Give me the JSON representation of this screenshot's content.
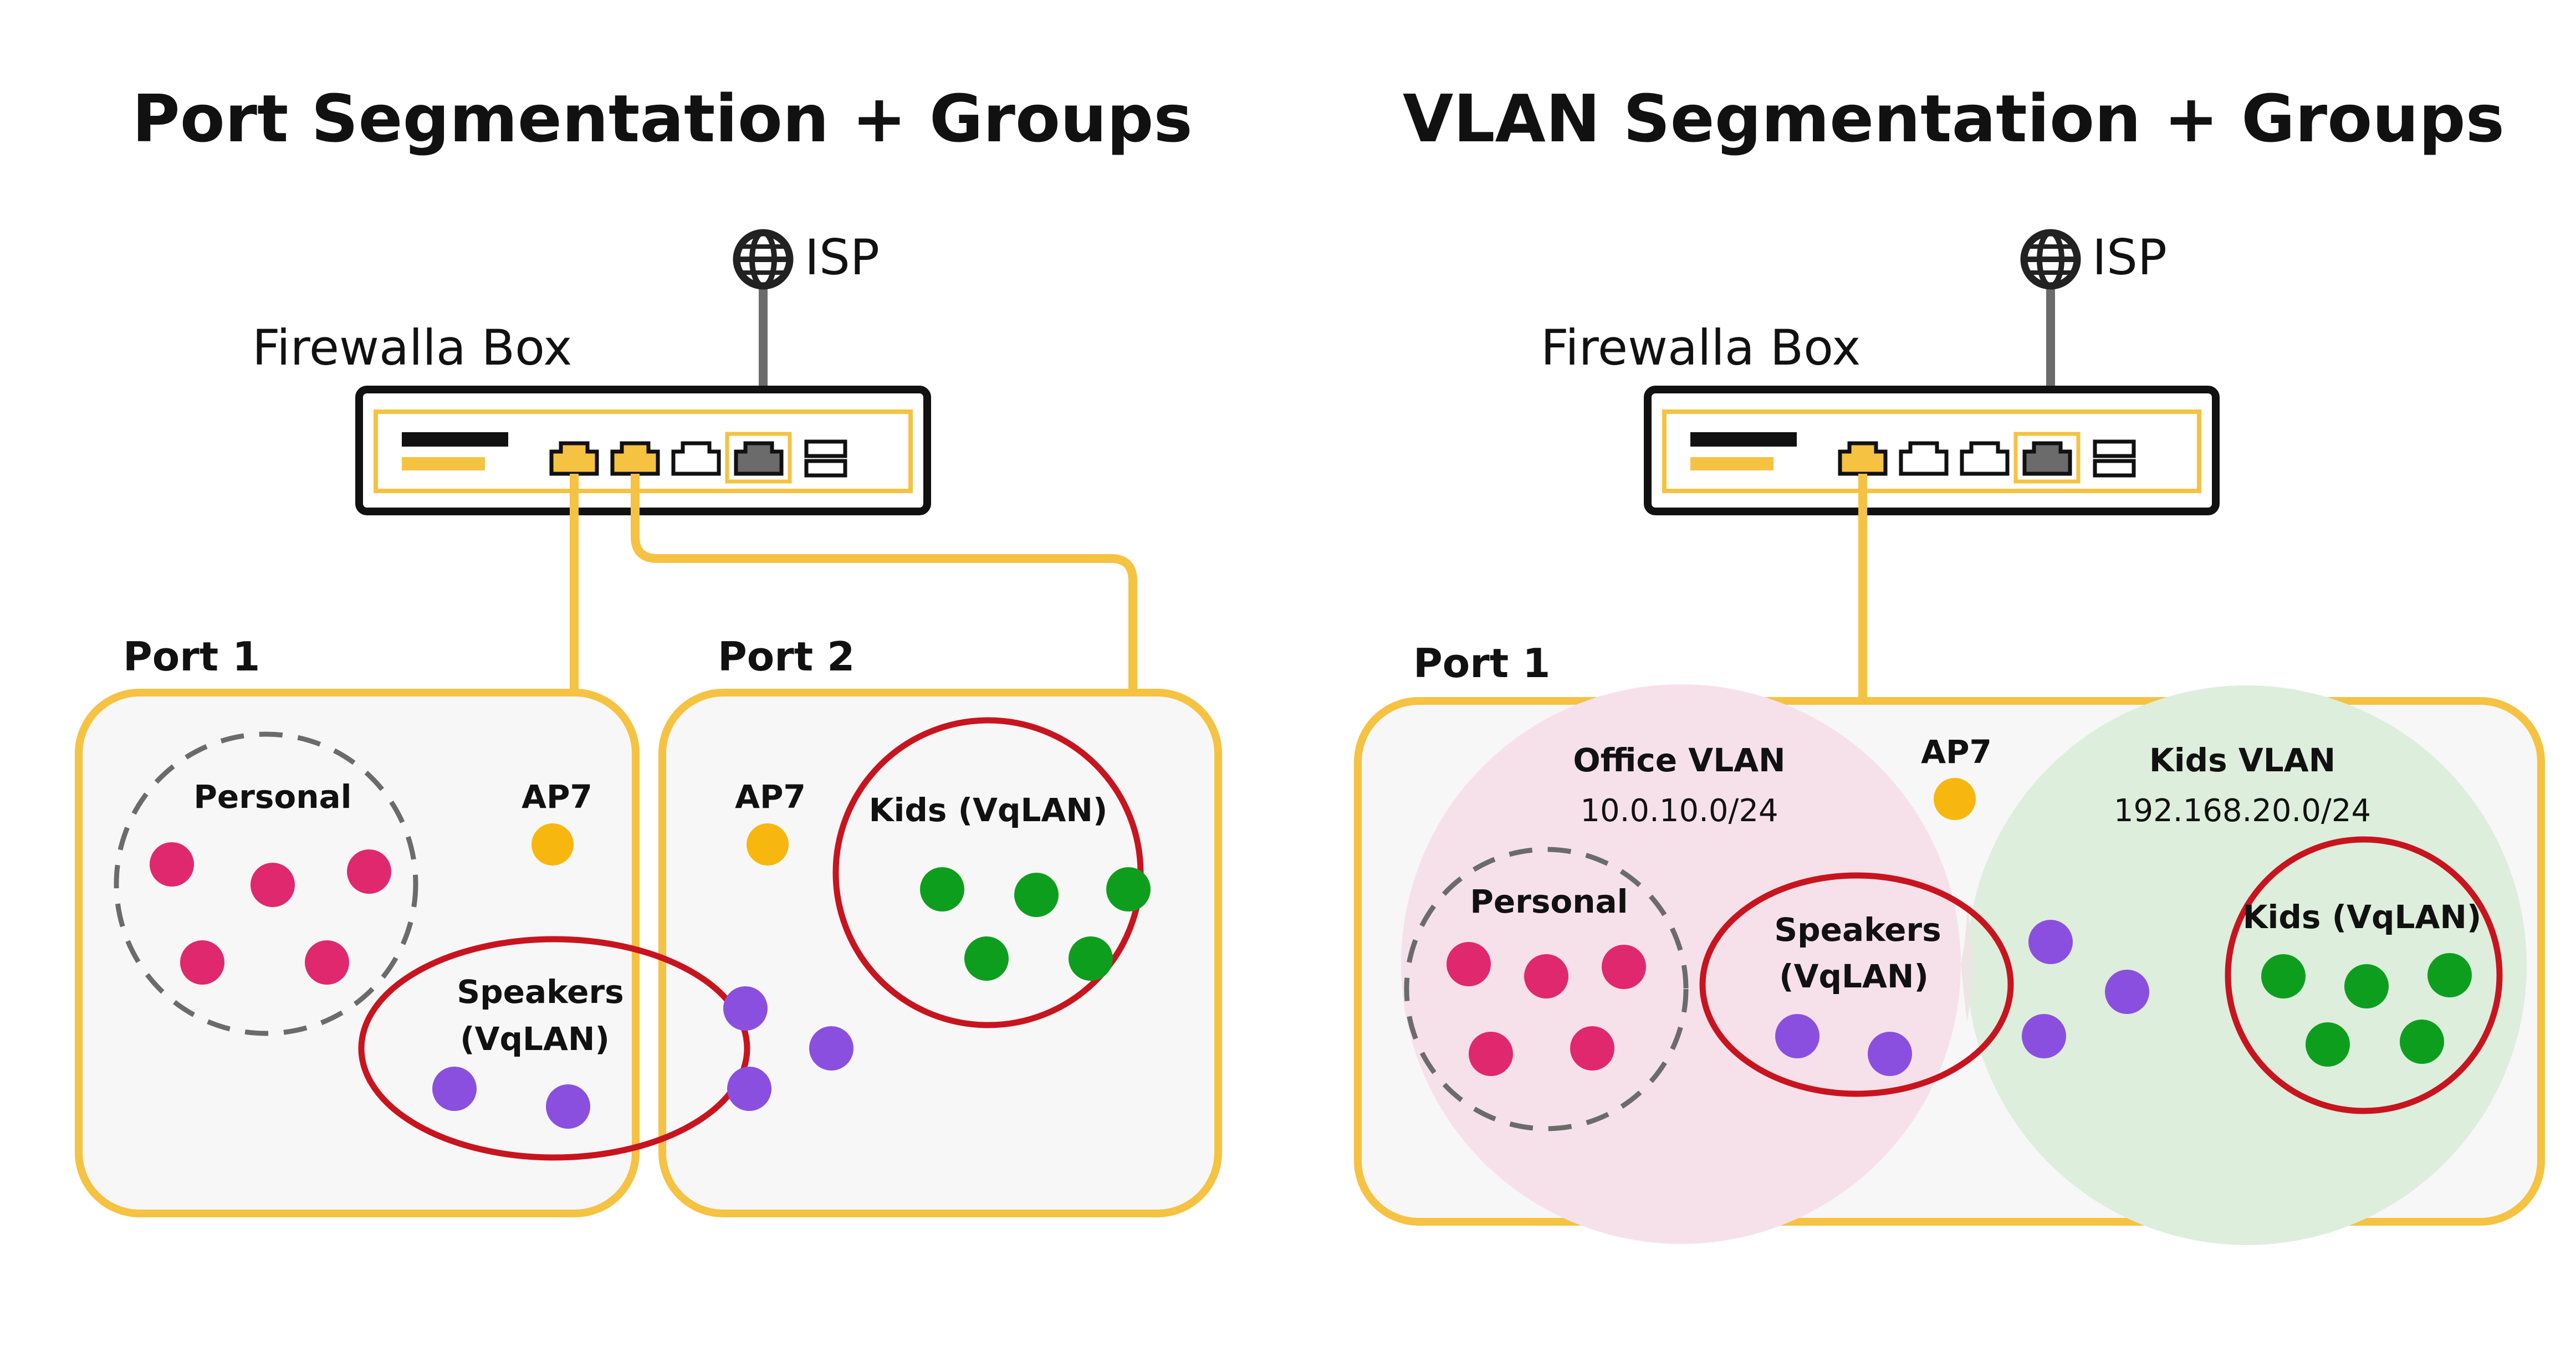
{
  "titles": {
    "left": "Port Segmentation + Groups",
    "right": "VLAN Segmentation + Groups"
  },
  "left": {
    "isp": "ISP",
    "box_label": "Firewalla Box",
    "port1": "Port 1",
    "port2": "Port 2",
    "personal": "Personal",
    "ap7_a": "AP7",
    "ap7_b": "AP7",
    "speakers_line1": "Speakers",
    "speakers_line2": "(VqLAN)",
    "kids": "Kids (VqLAN)"
  },
  "right": {
    "isp": "ISP",
    "box_label": "Firewalla Box",
    "port1": "Port 1",
    "office_vlan": "Office VLAN",
    "office_subnet": "10.0.10.0/24",
    "ap7": "AP7",
    "kids_vlan": "Kids VLAN",
    "kids_subnet": "192.168.20.0/24",
    "personal": "Personal",
    "speakers_line1": "Speakers",
    "speakers_line2": "(VqLAN)",
    "kids": "Kids (VqLAN)"
  },
  "colors": {
    "yellow": "#F5C242",
    "red": "#C8141E",
    "pink_dot": "#E0286E",
    "purple_dot": "#8B4FE0",
    "green_dot": "#0E9E1E",
    "ap_dot": "#F7B70E",
    "panel_fill": "#F7F7F7",
    "office_fill": "#F6E1EA",
    "kids_fill": "#DDEEDC"
  },
  "icons": [
    "globe-icon",
    "ethernet-port-icon",
    "sfp-port-icon"
  ]
}
